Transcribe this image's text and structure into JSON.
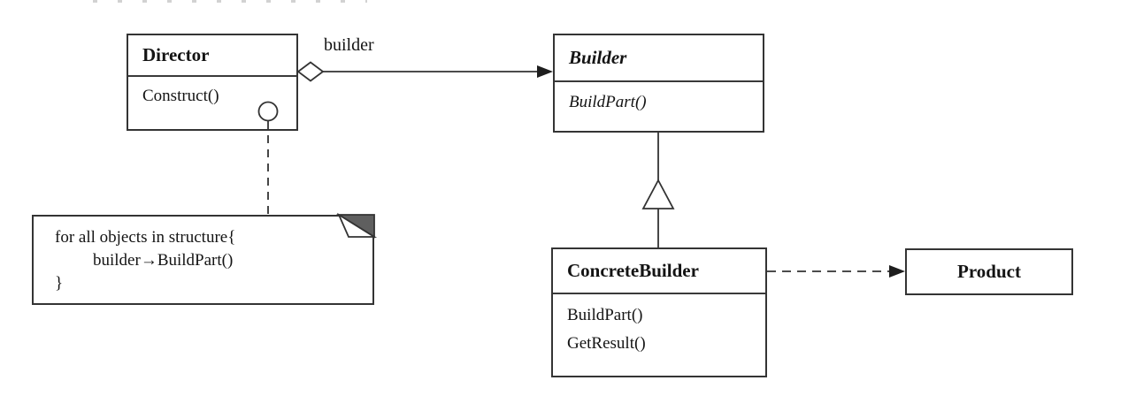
{
  "colors": {
    "line": "#333333",
    "text": "#141414",
    "fold_fill": "#5f5f5f",
    "background": "#ffffff"
  },
  "classes": {
    "director": {
      "name": "Director",
      "methods": [
        "Construct()"
      ]
    },
    "builder": {
      "name": "Builder",
      "methods": [
        "BuildPart()"
      ],
      "abstract": true
    },
    "concrete_builder": {
      "name": "ConcreteBuilder",
      "methods": [
        "BuildPart()",
        "GetResult()"
      ]
    },
    "product": {
      "name": "Product"
    }
  },
  "relationships": {
    "aggregation": {
      "from": "Director",
      "to": "Builder",
      "label": "builder",
      "style": "open diamond at source, solid line, filled arrowhead at target"
    },
    "inheritance": {
      "from": "ConcreteBuilder",
      "to": "Builder",
      "style": "solid line with hollow triangle"
    },
    "dependency": {
      "from": "ConcreteBuilder",
      "to": "Product",
      "style": "dashed line with filled arrowhead"
    },
    "note_anchor": {
      "from": "Construct()",
      "to": "note",
      "style": "small circle with dashed line"
    }
  },
  "note": {
    "lines": [
      "for all objects in structure{",
      "builder→BuildPart()",
      "}"
    ]
  }
}
